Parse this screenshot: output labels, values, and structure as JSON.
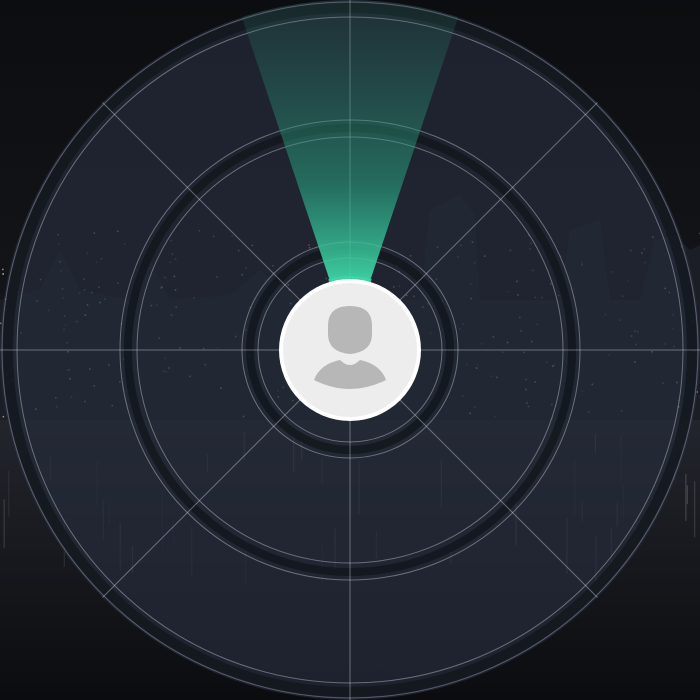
{
  "screen": {
    "view": "radial-radar",
    "background": "night-city-skyline",
    "panel_color": "#262b3a",
    "accent": "#3fd6a6",
    "avatar_background": "#ededed",
    "avatar_ring": "#ffffff",
    "avatar_icon": "user-silhouette-icon",
    "avatar_icon_color": "#b7b7b7",
    "sector_count": 8,
    "beam_direction": "up",
    "beam_spread_deg": 36
  }
}
